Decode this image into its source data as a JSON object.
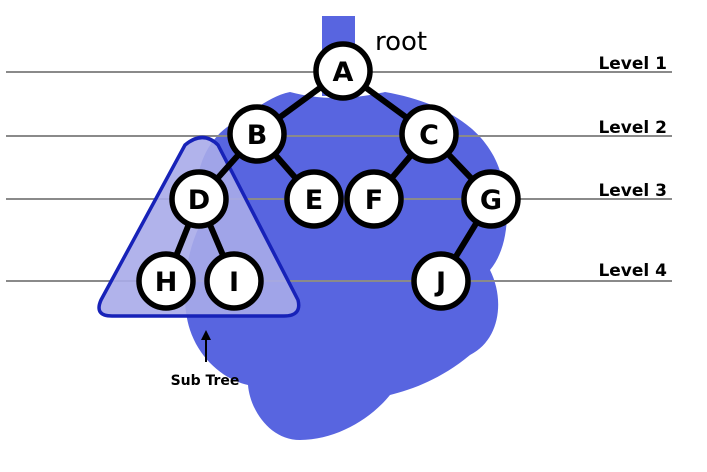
{
  "root_label": "root",
  "subtree_label": "Sub Tree",
  "levels": [
    {
      "label": "Level 1"
    },
    {
      "label": "Level 2"
    },
    {
      "label": "Level 3"
    },
    {
      "label": "Level 4"
    }
  ],
  "nodes": [
    {
      "label": "A"
    },
    {
      "label": "B"
    },
    {
      "label": "C"
    },
    {
      "label": "D"
    },
    {
      "label": "E"
    },
    {
      "label": "F"
    },
    {
      "label": "G"
    },
    {
      "label": "H"
    },
    {
      "label": "I"
    },
    {
      "label": "J"
    }
  ],
  "edges": [
    [
      "A",
      "B"
    ],
    [
      "A",
      "C"
    ],
    [
      "B",
      "D"
    ],
    [
      "B",
      "E"
    ],
    [
      "C",
      "F"
    ],
    [
      "C",
      "G"
    ],
    [
      "D",
      "H"
    ],
    [
      "D",
      "I"
    ],
    [
      "G",
      "J"
    ]
  ],
  "colors": {
    "blob": "#5865e0",
    "subtree_fill": "#a9abe9",
    "subtree_stroke": "#1722b8",
    "level_line": "#8a8a8a",
    "node_fill": "#ffffff",
    "node_stroke": "#000000"
  }
}
